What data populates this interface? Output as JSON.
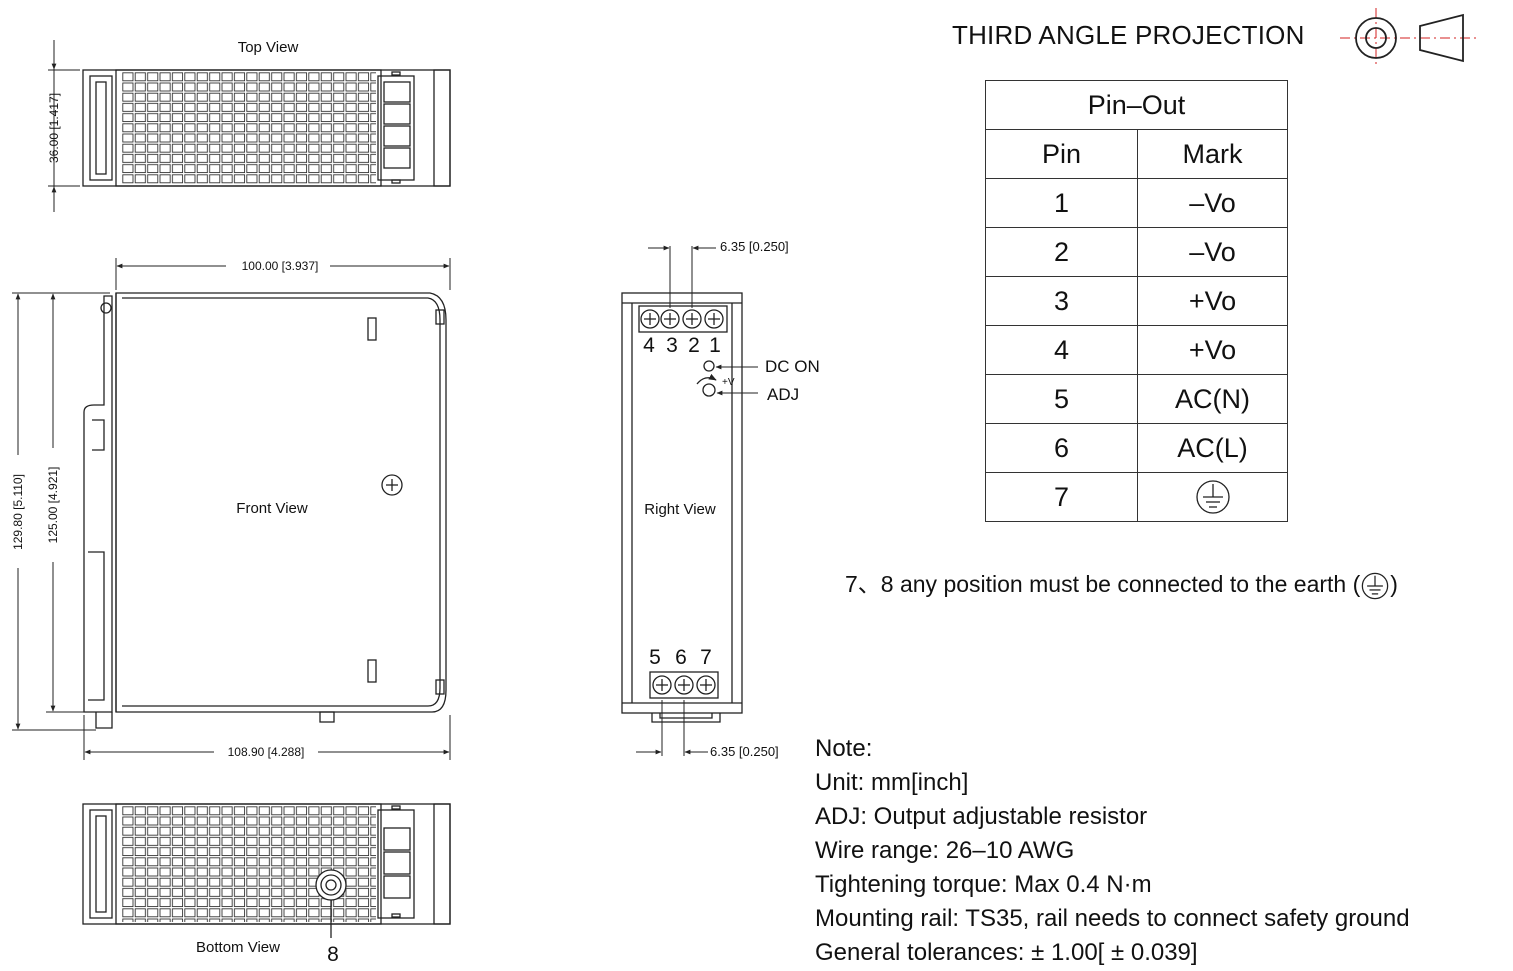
{
  "projection": {
    "title": "THIRD ANGLE PROJECTION"
  },
  "views": {
    "top": "Top View",
    "front": "Front View",
    "right": "Right View",
    "bottom": "Bottom View"
  },
  "dimensions": {
    "top_height": "36.00 [1.417]",
    "front_width": "100.00 [3.937]",
    "total_width": "108.90 [4.288]",
    "total_height": "129.80 [5.110]",
    "body_height": "125.00 [4.921]",
    "terminal_pitch_top": "6.35 [0.250]",
    "terminal_pitch_bottom": "6.35 [0.250]"
  },
  "right_view": {
    "top_pins": [
      "4",
      "3",
      "2",
      "1"
    ],
    "bottom_pins": [
      "5",
      "6",
      "7"
    ],
    "dc_on": "DC ON",
    "adj": "ADJ",
    "plus_v": "+V"
  },
  "bottom_view": {
    "pin8": "8"
  },
  "pinout": {
    "title": "Pin–Out",
    "headers": [
      "Pin",
      "Mark"
    ],
    "rows": [
      {
        "pin": "1",
        "mark": "–Vo"
      },
      {
        "pin": "2",
        "mark": "–Vo"
      },
      {
        "pin": "3",
        "mark": "+Vo"
      },
      {
        "pin": "4",
        "mark": "+Vo"
      },
      {
        "pin": "5",
        "mark": "AC(N)"
      },
      {
        "pin": "6",
        "mark": "AC(L)"
      },
      {
        "pin": "7",
        "mark": "",
        "icon": "ground-icon"
      }
    ]
  },
  "earth_note": {
    "prefix": "7、8 any position must be connected to the earth (",
    "suffix": ")"
  },
  "notes": [
    "Note:",
    "Unit: mm[inch]",
    "ADJ: Output adjustable resistor",
    "Wire range: 26–10 AWG",
    "Tightening torque: Max 0.4 N·m",
    "Mounting rail: TS35, rail needs to connect safety ground",
    "General tolerances: ± 1.00[ ± 0.039]"
  ],
  "colors": {
    "line": "#222222",
    "projection_red": "#d32020"
  }
}
